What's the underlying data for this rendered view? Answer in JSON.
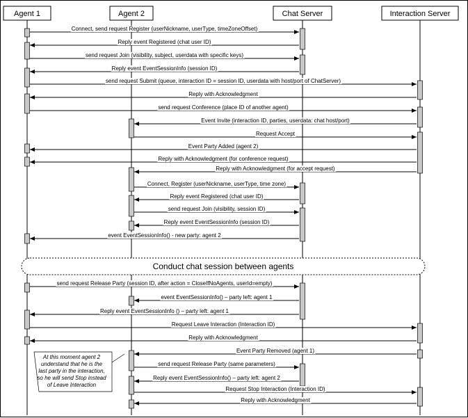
{
  "participants": [
    {
      "id": "agent1",
      "label": "Agent 1"
    },
    {
      "id": "agent2",
      "label": "Agent 2"
    },
    {
      "id": "chat",
      "label": "Chat Server"
    },
    {
      "id": "ixn",
      "label": "Interaction Server"
    }
  ],
  "messages": [
    {
      "from": "agent1",
      "to": "chat",
      "label": "Connect, send request Register (userNickname, userType, timeZoneOffset)"
    },
    {
      "from": "chat",
      "to": "agent1",
      "label": "Reply event Registered (chat user ID)"
    },
    {
      "from": "agent1",
      "to": "chat",
      "label": "send request Join (visibility, subject, userdata with specific keys)"
    },
    {
      "from": "chat",
      "to": "agent1",
      "label": "Reply event EventSessionInfo (session ID)"
    },
    {
      "from": "agent1",
      "to": "ixn",
      "label": "send request Submit (queue, interaction ID = session ID, userdata with host/port of ChatServer)"
    },
    {
      "from": "ixn",
      "to": "agent1",
      "label": "Reply with Acknowledgment"
    },
    {
      "from": "agent1",
      "to": "ixn",
      "label": "send request Conference (place ID of another agent)"
    },
    {
      "from": "ixn",
      "to": "agent2",
      "label": "Event Invite (interaction ID, parties, userdata: chat host/port)"
    },
    {
      "from": "agent2",
      "to": "ixn",
      "label": "Request Accept"
    },
    {
      "from": "ixn",
      "to": "agent1",
      "label": "Event Party Added (agent 2)"
    },
    {
      "from": "ixn",
      "to": "agent1",
      "label": "Reply with Acknowledgment (for conference request)"
    },
    {
      "from": "ixn",
      "to": "agent2",
      "label": "Reply with Acknowledgment (for accept request)"
    },
    {
      "from": "agent2",
      "to": "chat",
      "label": "Connect, Register (userNickname, userType, time zone)"
    },
    {
      "from": "chat",
      "to": "agent2",
      "label": "Reply event Registered (chat user ID)"
    },
    {
      "from": "agent2",
      "to": "chat",
      "label": "send request Join (visibility, session ID)"
    },
    {
      "from": "chat",
      "to": "agent2",
      "label": "Reply event EventSessionInfo (session ID)"
    },
    {
      "from": "chat",
      "to": "agent1",
      "label": "event EventSessionInfo() - new party: agent 2"
    },
    {
      "from": "agent1",
      "to": "chat",
      "label": "send request Release Party (session ID, after action = CloseIfNoAgents, userId=empty)"
    },
    {
      "from": "chat",
      "to": "agent2",
      "label": "event EventSessionInfo() – party left: agent 1"
    },
    {
      "from": "chat",
      "to": "agent1",
      "label": "Reply event EventSessionInfo () – party left: agent 1"
    },
    {
      "from": "agent1",
      "to": "ixn",
      "label": "Request Leave Interaction (Interaction ID)"
    },
    {
      "from": "ixn",
      "to": "agent1",
      "label": "Reply with Acknowledgment"
    },
    {
      "from": "ixn",
      "to": "agent2",
      "label": "Event Party Removed (agent 1)"
    },
    {
      "from": "agent2",
      "to": "chat",
      "label": "send request Release Party  (same parameters)"
    },
    {
      "from": "chat",
      "to": "agent2",
      "label": "Reply event EventSessionInfo() – party left: agent 2"
    },
    {
      "from": "agent2",
      "to": "ixn",
      "label": "Request Stop Interaction (Interaction ID)"
    },
    {
      "from": "ixn",
      "to": "agent2",
      "label": "Reply with Acknowledgment"
    }
  ],
  "banner": "Conduct chat session between agents",
  "note": [
    "At this moment agent 2",
    "understand that he is the",
    "last party in the interaction,",
    "so he will send Stop instead",
    "of Leave Interaction"
  ],
  "colors": {
    "line": "#000000",
    "activation": "#c8c8c8"
  }
}
